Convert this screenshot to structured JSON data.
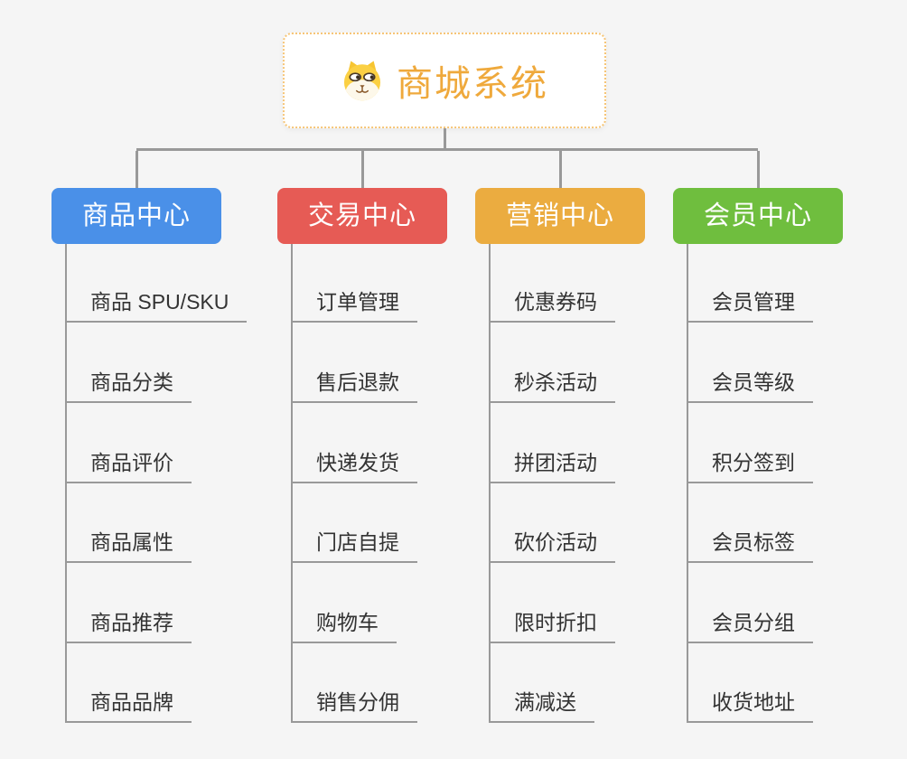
{
  "root": {
    "title": "商城系统",
    "icon": "dog-face-icon",
    "title_color": "#efa93c",
    "border_color": "#f6c577"
  },
  "connector_color": "#999999",
  "branches": [
    {
      "label": "商品中心",
      "color": "#4a90e8",
      "children": [
        "商品 SPU/SKU",
        "商品分类",
        "商品评价",
        "商品属性",
        "商品推荐",
        "商品品牌"
      ]
    },
    {
      "label": "交易中心",
      "color": "#e65b55",
      "children": [
        "订单管理",
        "售后退款",
        "快递发货",
        "门店自提",
        "购物车",
        "销售分佣"
      ]
    },
    {
      "label": "营销中心",
      "color": "#ebac40",
      "children": [
        "优惠券码",
        "秒杀活动",
        "拼团活动",
        "砍价活动",
        "限时折扣",
        "满减送"
      ]
    },
    {
      "label": "会员中心",
      "color": "#6fbe3e",
      "children": [
        "会员管理",
        "会员等级",
        "积分签到",
        "会员标签",
        "会员分组",
        "收货地址"
      ]
    }
  ]
}
